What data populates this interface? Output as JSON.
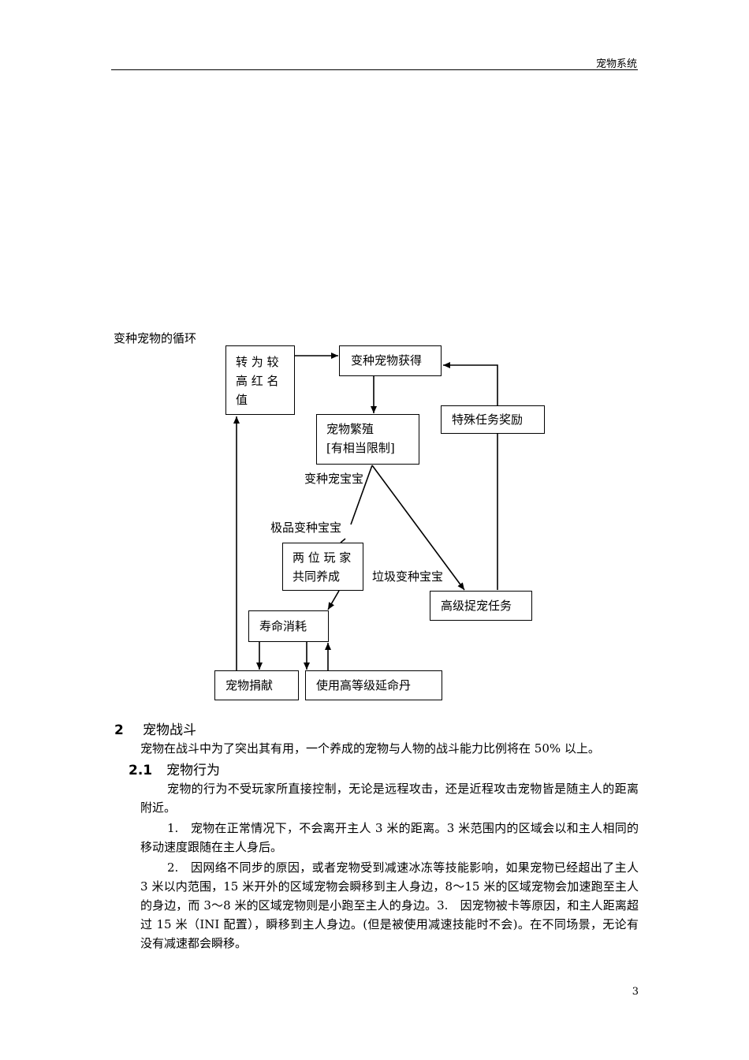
{
  "header": {
    "title": "宠物系统"
  },
  "diagram": {
    "title": "变种宠物的循环",
    "boxes": {
      "high_red_name": "转 为 较 高 红 名 值",
      "obtain": "变种宠物获得",
      "special_reward": "特殊任务奖励",
      "breed_line1": "宠物繁殖",
      "breed_line2": "[有相当限制]",
      "two_players": "两 位 玩 家 共同养成",
      "advanced_catch": "高级捉宠任务",
      "life_cost": "寿命消耗",
      "donate": "宠物捐献",
      "elixir": "使用高等级延命丹"
    },
    "labels": {
      "variant_baby": "变种宠宝宝",
      "premium_baby": "极品变种宝宝",
      "junk_baby": "垃圾变种宝宝"
    }
  },
  "section2": {
    "num": "2",
    "title": "宠物战斗",
    "intro": "宠物在战斗中为了突出其有用，一个养成的宠物与人物的战斗能力比例将在 50% 以上。"
  },
  "section21": {
    "num": "2.1",
    "title": "宠物行为",
    "para1": "宠物的行为不受玩家所直接控制，无论是远程攻击，还是近程攻击宠物皆是随主人的距离附近。",
    "para2": "1.　宠物在正常情况下，不会离开主人 3 米的距离。3 米范围内的区域会以和主人相同的移动速度跟随在主人身后。",
    "para3": "2.　因网络不同步的原因，或者宠物受到减速冰冻等技能影响，如果宠物已经超出了主人 3 米以内范围，15 米开外的区域宠物会瞬移到主人身边，8～15 米的区域宠物会加速跑至主人的身边，而 3～8 米的区域宠物则是小跑至主人的身边。3.　因宠物被卡等原因，和主人距离超过 15 米（INI 配置），瞬移到主人身边。(但是被使用减速技能时不会)。在不同场景，无论有没有减速都会瞬移。"
  },
  "footer": {
    "page_number": "3"
  }
}
